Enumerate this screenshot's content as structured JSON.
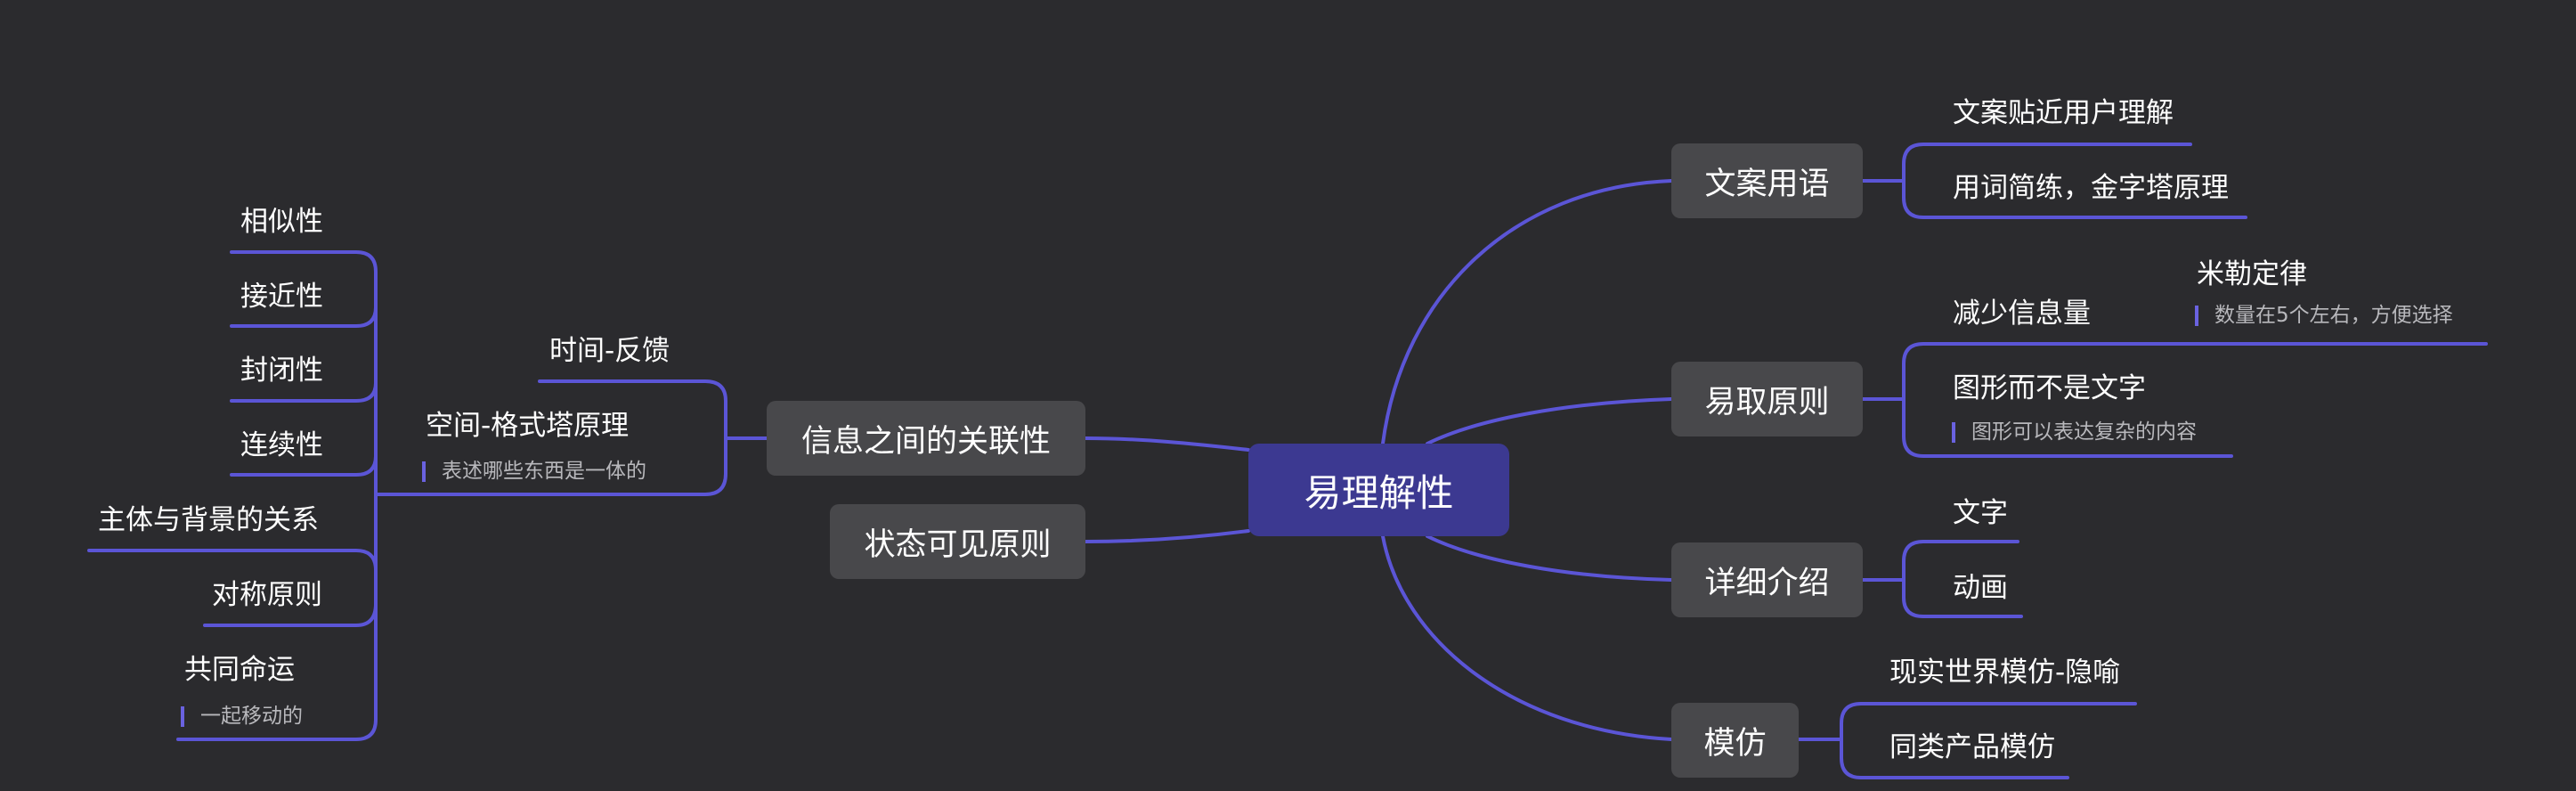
{
  "central": {
    "label": "易理解性"
  },
  "colors": {
    "background": "#2b2b2e",
    "central_fill": "#3c3991",
    "main_fill": "#48484b",
    "line": "#5b55d6",
    "text": "#ffffff",
    "note_text": "#b8b8bc"
  },
  "right": {
    "copy": {
      "label": "文案用语",
      "children": [
        "文案贴近用户理解",
        "用词简练，金字塔原理"
      ]
    },
    "access": {
      "label": "易取原则",
      "reduce": {
        "label": "减少信息量",
        "child": {
          "label": "米勒定律",
          "note": "数量在5个左右，方便选择"
        }
      },
      "graphic": {
        "label": "图形而不是文字",
        "note": "图形可以表达复杂的内容"
      }
    },
    "detail": {
      "label": "详细介绍",
      "children": [
        "文字",
        "动画"
      ]
    },
    "imitate": {
      "label": "模仿",
      "children": [
        "现实世界模仿-隐喻",
        "同类产品模仿"
      ]
    }
  },
  "left": {
    "relation": {
      "label": "信息之间的关联性",
      "time": "时间-反馈",
      "space": {
        "label": "空间-格式塔原理",
        "note": "表述哪些东西是一体的",
        "children": [
          "相似性",
          "接近性",
          "封闭性",
          "连续性",
          "主体与背景的关系",
          "对称原则"
        ],
        "fate": {
          "label": "共同命运",
          "note": "一起移动的"
        }
      }
    },
    "status": {
      "label": "状态可见原则"
    }
  }
}
